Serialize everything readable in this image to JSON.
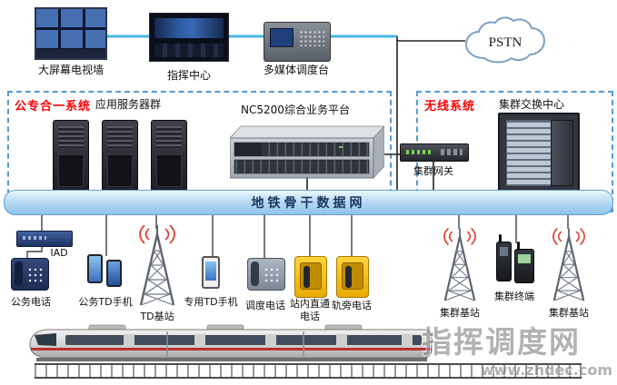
{
  "top": {
    "tv_wall": "大屏幕电视墙",
    "command_center": "指挥中心",
    "dispatch_console": "多媒体调度台",
    "pstn": "PSTN"
  },
  "left_system": {
    "title": "公专合一系统",
    "servers": "应用服务器群",
    "platform": "NC5200综合业务平台"
  },
  "right_system": {
    "title": "无线系统",
    "switch_center": "集群交换中心",
    "gateway": "集群网关"
  },
  "backbone": {
    "label": "地铁骨干数据网"
  },
  "devices": {
    "iad": "IAD",
    "official_phone": "公务电话",
    "official_td_phone": "公务TD手机",
    "td_base_station": "TD基站",
    "dedicated_td_phone": "专用TD手机",
    "dispatch_phone": "调度电话",
    "station_direct_phone": "站内直通电话",
    "trackside_phone": "轨旁电话",
    "trunk_base_station_left": "集群基站",
    "trunk_terminal": "集群终端",
    "trunk_base_station_right": "集群基站"
  },
  "watermark": {
    "title": "指挥调度网",
    "url": "www.zhdec.com"
  },
  "colors": {
    "system_title_red": "#ff0000",
    "dashed_border_blue": "#4f9bd5",
    "backbone_fill": "#a9d2ef",
    "backbone_text": "#17375e",
    "top_link_cyan": "#45b7e5",
    "callbox_yellow": "#f2b705",
    "signal_red": "#e23c30"
  }
}
